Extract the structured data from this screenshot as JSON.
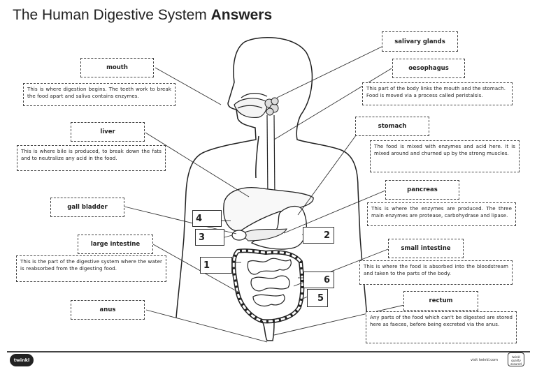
{
  "title": {
    "main": "The Human Digestive System",
    "bold": "Answers"
  },
  "labels": {
    "mouth": "mouth",
    "liver": "liver",
    "gall_bladder": "gall bladder",
    "large_intestine": "large intestine",
    "anus": "anus",
    "salivary_glands": "salivary glands",
    "oesophagus": "oesophagus",
    "stomach": "stomach",
    "pancreas": "pancreas",
    "small_intestine": "small intestine",
    "rectum": "rectum"
  },
  "descriptions": {
    "mouth": "This is where digestion begins. The teeth work to break the food apart and saliva contains enzymes.",
    "liver": "This is where bile is produced, to break down the fats and to neutralize any acid in the food.",
    "large_intestine": "This is the part of the digestive system where the water is reabsorbed from the digesting food.",
    "oesophagus": "This part of the body links the mouth and the stomach. Food is moved via a process called peristalsis.",
    "stomach": "The food is mixed with enzymes and acid here. It is mixed around and churned up by the strong muscles.",
    "pancreas": "This is where the enzymes are produced. The three main enzymes are protease, carbohydrase and lipase.",
    "small_intestine": "This is where the food is absorbed into the bloodstream and taken to the parts of the body.",
    "rectum": "Any parts of the food which can't be digested are stored here as faeces, before being excreted via the anus."
  },
  "numbers": {
    "n1": "1",
    "n2": "2",
    "n3": "3",
    "n4": "4",
    "n5": "5",
    "n6": "6"
  },
  "footer": {
    "logo": "twinkl",
    "site": "visit twinkl.com",
    "badge": "twinkl quality assured"
  }
}
